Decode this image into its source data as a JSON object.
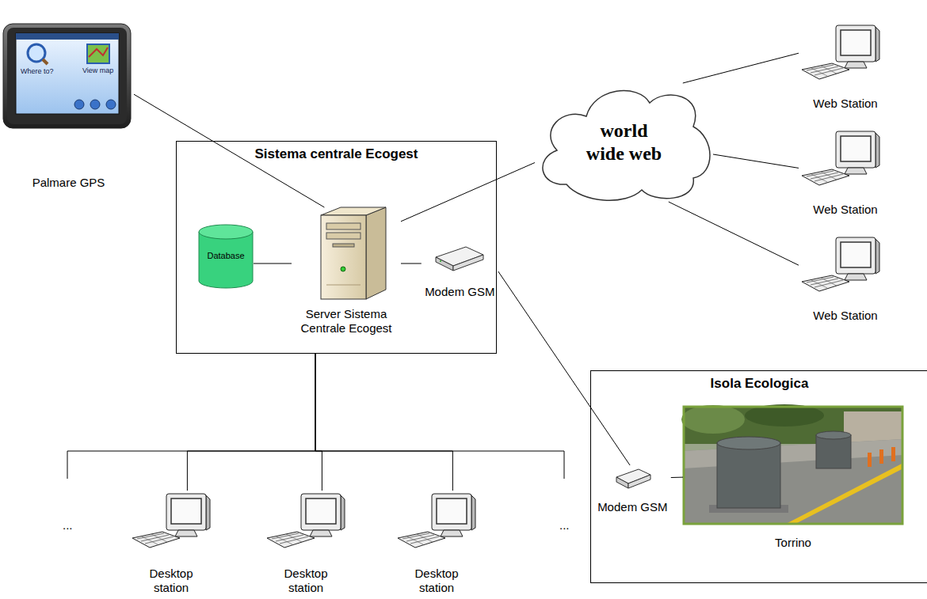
{
  "diagram": {
    "nodes": [
      {
        "text": [
          "Palmare GPS"
        ]
      },
      {
        "text": [
          "Sistema centrale Ecogest"
        ]
      },
      {
        "text": [
          "Database"
        ],
        "in": 1
      },
      {
        "text": [
          "Server Sistema Centrale Ecogest"
        ],
        "in": 1
      },
      {
        "text": [
          "Modem GSM"
        ],
        "in": 1
      },
      {
        "text": [
          "world wide web"
        ]
      },
      {
        "text": [
          "Web Station"
        ]
      },
      {
        "text": [
          "Web Station"
        ]
      },
      {
        "text": [
          "Web Station"
        ]
      },
      {
        "text": [
          "Isola Ecologica"
        ]
      },
      {
        "text": [
          "Modem GSM"
        ],
        "in": 9
      },
      {
        "text": [
          "Torrino"
        ],
        "in": 9
      },
      {
        "text": [
          "Desktop station"
        ]
      },
      {
        "text": [
          "Desktop station"
        ]
      },
      {
        "text": [
          "Desktop station"
        ]
      }
    ],
    "edges": [
      {
        "from": 0,
        "to": 3,
        "arrow": "none"
      },
      {
        "from": 2,
        "to": 3,
        "arrow": "none"
      },
      {
        "from": 3,
        "to": 4,
        "arrow": "none"
      },
      {
        "from": 3,
        "to": 5,
        "arrow": "none"
      },
      {
        "from": 5,
        "to": 6,
        "arrow": "none"
      },
      {
        "from": 5,
        "to": 7,
        "arrow": "none"
      },
      {
        "from": 5,
        "to": 8,
        "arrow": "none"
      },
      {
        "from": 4,
        "to": 10,
        "arrow": "none"
      },
      {
        "from": 10,
        "to": 11,
        "arrow": "none"
      },
      {
        "from": 1,
        "to": 12,
        "arrow": "none"
      },
      {
        "from": 1,
        "to": 13,
        "arrow": "none"
      },
      {
        "from": 1,
        "to": 14,
        "arrow": "none"
      }
    ],
    "labels": [
      "Where to?",
      "View map",
      "...",
      "..."
    ]
  }
}
